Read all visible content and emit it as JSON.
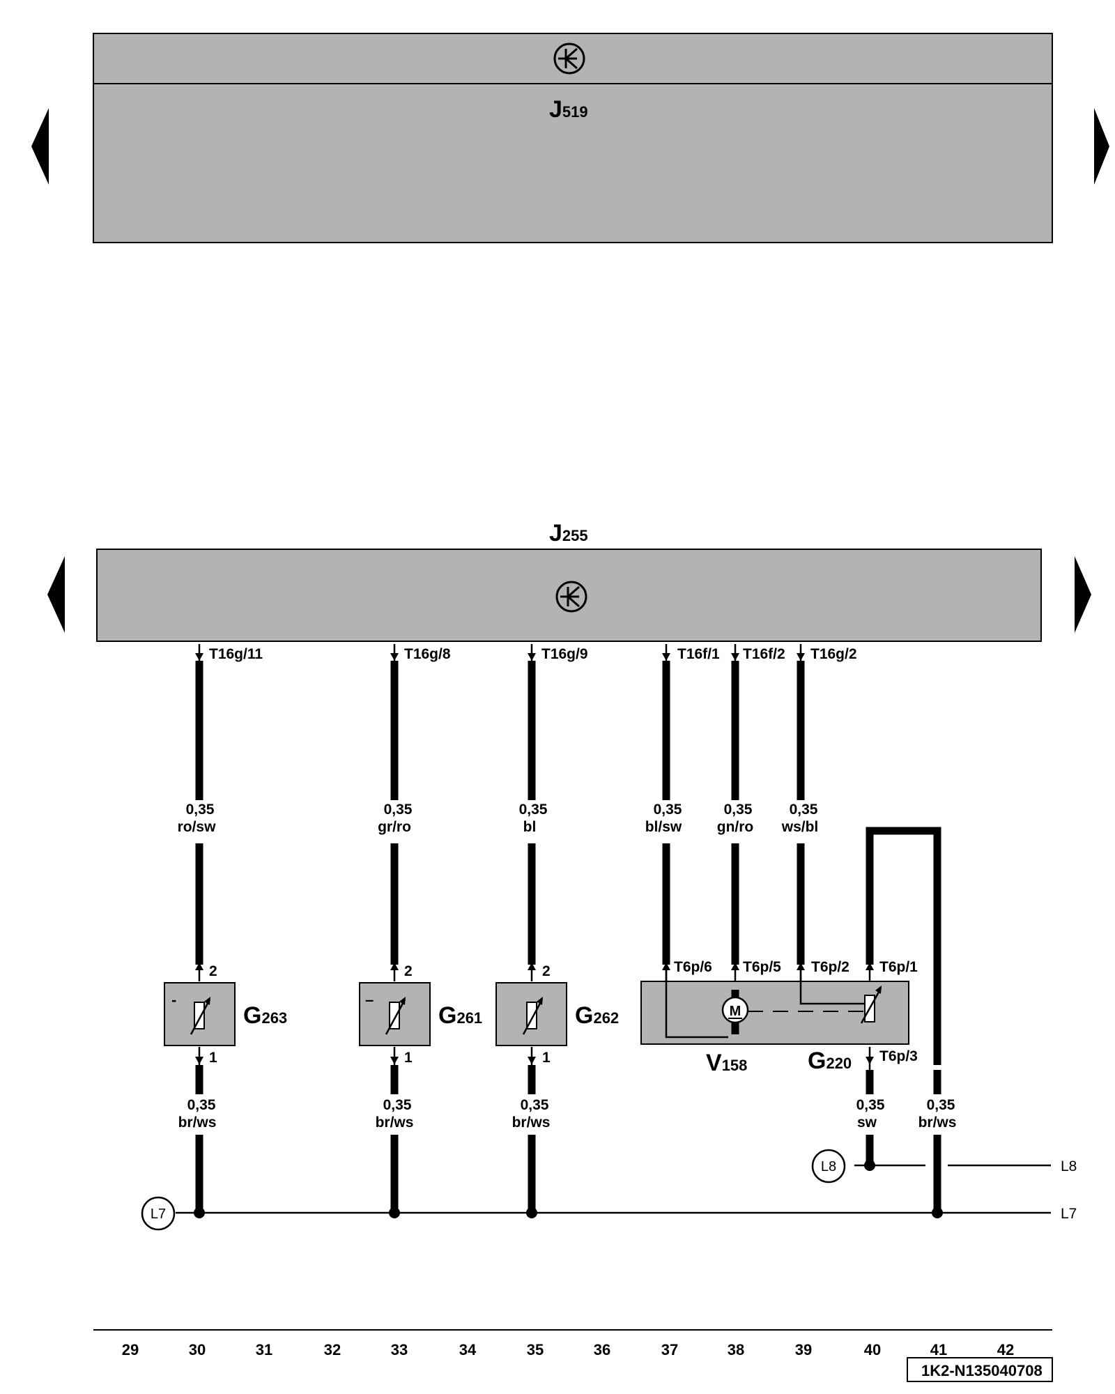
{
  "modules": {
    "j519": {
      "name": "J",
      "sub": "519"
    },
    "j255": {
      "name": "J",
      "sub": "255"
    }
  },
  "connectors": [
    {
      "id": "c30",
      "label": "T16g/11"
    },
    {
      "id": "c33",
      "label": "T16g/8"
    },
    {
      "id": "c35",
      "label": "T16g/9"
    },
    {
      "id": "c37",
      "label": "T16f/1"
    },
    {
      "id": "c38",
      "label": "T16f/2"
    },
    {
      "id": "c39",
      "label": "T16g/2"
    }
  ],
  "wires_top": [
    {
      "id": "w30",
      "size": "0,35",
      "color": "ro/sw"
    },
    {
      "id": "w33",
      "size": "0,35",
      "color": "gr/ro"
    },
    {
      "id": "w35",
      "size": "0,35",
      "color": "bl"
    },
    {
      "id": "w37",
      "size": "0,35",
      "color": "bl/sw"
    },
    {
      "id": "w38",
      "size": "0,35",
      "color": "gn/ro"
    },
    {
      "id": "w39",
      "size": "0,35",
      "color": "ws/bl"
    }
  ],
  "wires_bottom": [
    {
      "id": "b30",
      "size": "0,35",
      "color": "br/ws"
    },
    {
      "id": "b33",
      "size": "0,35",
      "color": "br/ws"
    },
    {
      "id": "b35",
      "size": "0,35",
      "color": "br/ws"
    },
    {
      "id": "b40",
      "size": "0,35",
      "color": "sw"
    },
    {
      "id": "b41",
      "size": "0,35",
      "color": "br/ws"
    }
  ],
  "sensors": [
    {
      "id": "g263",
      "name": "G",
      "sub": "263",
      "pin_top": "2",
      "pin_bottom": "1",
      "minus": "-"
    },
    {
      "id": "g261",
      "name": "G",
      "sub": "261",
      "pin_top": "2",
      "pin_bottom": "1",
      "minus": "–"
    },
    {
      "id": "g262",
      "name": "G",
      "sub": "262",
      "pin_top": "2",
      "pin_bottom": "1",
      "minus": ""
    }
  ],
  "actuator": {
    "motor_letter": "M",
    "v_name": "V",
    "v_sub": "158",
    "g_name": "G",
    "g_sub": "220",
    "pins": [
      "T6p/6",
      "T6p/5",
      "T6p/2",
      "T6p/1",
      "T6p/3"
    ]
  },
  "grounds": {
    "l7_circle": "L7",
    "l8_circle": "L8",
    "l7_rail": "L7",
    "l8_rail": "L8"
  },
  "grid_numbers": [
    "29",
    "30",
    "31",
    "32",
    "33",
    "34",
    "35",
    "36",
    "37",
    "38",
    "39",
    "40",
    "41",
    "42"
  ],
  "doc_id": "1K2-N135040708",
  "colors": {
    "module_fill": "#b3b3b3",
    "line": "#000000"
  }
}
